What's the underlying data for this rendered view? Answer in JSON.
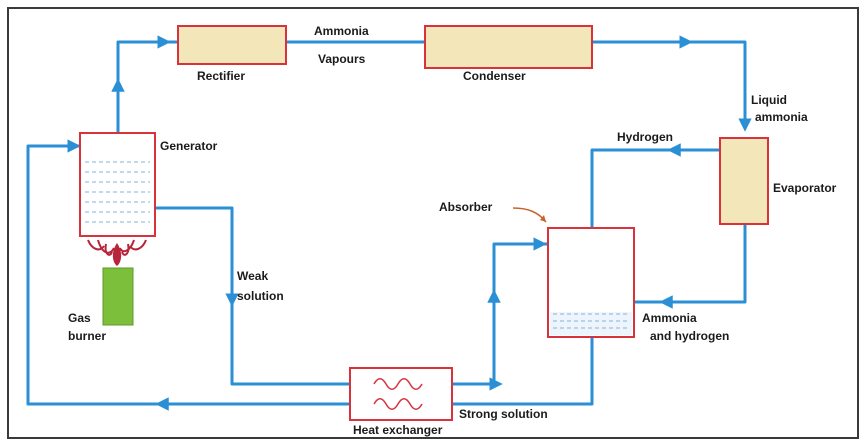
{
  "labels": {
    "rectifier": "Rectifier",
    "ammonia": "Ammonia",
    "vapours": "Vapours",
    "condenser": "Condenser",
    "liquid": "Liquid",
    "liquid_ammonia": "ammonia",
    "generator": "Generator",
    "hydrogen": "Hydrogen",
    "evaporator": "Evaporator",
    "absorber": "Absorber",
    "weak": "Weak",
    "solution": "solution",
    "gas": "Gas",
    "burner": "burner",
    "ammonia_and": "Ammonia",
    "and_hydrogen": "and hydrogen",
    "strong_solution": "Strong solution",
    "heat_exchanger": "Heat exchanger"
  },
  "colors": {
    "pipe": "#2b8fd6",
    "vessel_border": "#d8323c",
    "vessel_fill": "#f3e6b8",
    "burner_body": "#7cbf3a",
    "flame": "#b8243a",
    "frame": "#3a3a3a"
  }
}
